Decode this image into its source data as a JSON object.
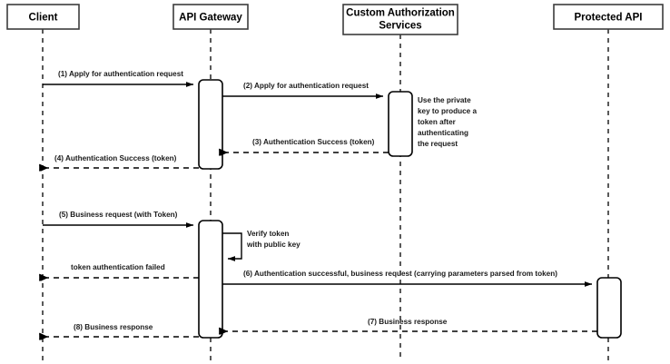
{
  "diagram": {
    "type": "uml-sequence-diagram",
    "title": "API Gateway token authentication sequence",
    "background_color": "#ffffff",
    "line_color": "#000000",
    "box_stroke_color": "#3c3c3c"
  },
  "participants": [
    {
      "id": "client",
      "label": "Client"
    },
    {
      "id": "api_gateway",
      "label": "API Gateway"
    },
    {
      "id": "custom_auth",
      "label": "Custom Authorization\nServices",
      "line1": "Custom Authorization",
      "line2": "Services"
    },
    {
      "id": "protected_api",
      "label": "Protected API"
    }
  ],
  "messages": [
    {
      "seq": "1",
      "label": "(1) Apply for authentication request",
      "from": "client",
      "to": "api_gateway",
      "style": "solid",
      "direction": "right"
    },
    {
      "seq": "2",
      "label": "(2) Apply for authentication request",
      "from": "api_gateway",
      "to": "custom_auth",
      "style": "solid",
      "direction": "right"
    },
    {
      "seq": "3",
      "label": "(3) Authentication Success (token)",
      "from": "custom_auth",
      "to": "api_gateway",
      "style": "dashed",
      "direction": "left"
    },
    {
      "seq": "4",
      "label": "(4) Authentication Success (token)",
      "from": "api_gateway",
      "to": "client",
      "style": "dashed",
      "direction": "left"
    },
    {
      "seq": "5",
      "label": "(5) Business request (with Token)",
      "from": "client",
      "to": "api_gateway",
      "style": "solid",
      "direction": "right"
    },
    {
      "seq": "fail",
      "label": "token authentication failed",
      "from": "api_gateway",
      "to": "client",
      "style": "dashed",
      "direction": "left"
    },
    {
      "seq": "6",
      "label": "(6) Authentication successful, business request (carrying parameters parsed from token)",
      "from": "api_gateway",
      "to": "protected_api",
      "style": "solid",
      "direction": "right"
    },
    {
      "seq": "7",
      "label": "(7) Business response",
      "from": "protected_api",
      "to": "api_gateway",
      "style": "dashed",
      "direction": "left"
    },
    {
      "seq": "8",
      "label": "(8) Business response",
      "from": "api_gateway",
      "to": "client",
      "style": "dashed",
      "direction": "left"
    }
  ],
  "self_message": {
    "owner": "api_gateway",
    "label_line1": "Verify token",
    "label_line2": "with public key",
    "style": "solid"
  },
  "note": {
    "owner": "custom_auth",
    "lines": [
      "Use the private",
      "key to produce a",
      "token after",
      "authenticating",
      "the request"
    ]
  }
}
